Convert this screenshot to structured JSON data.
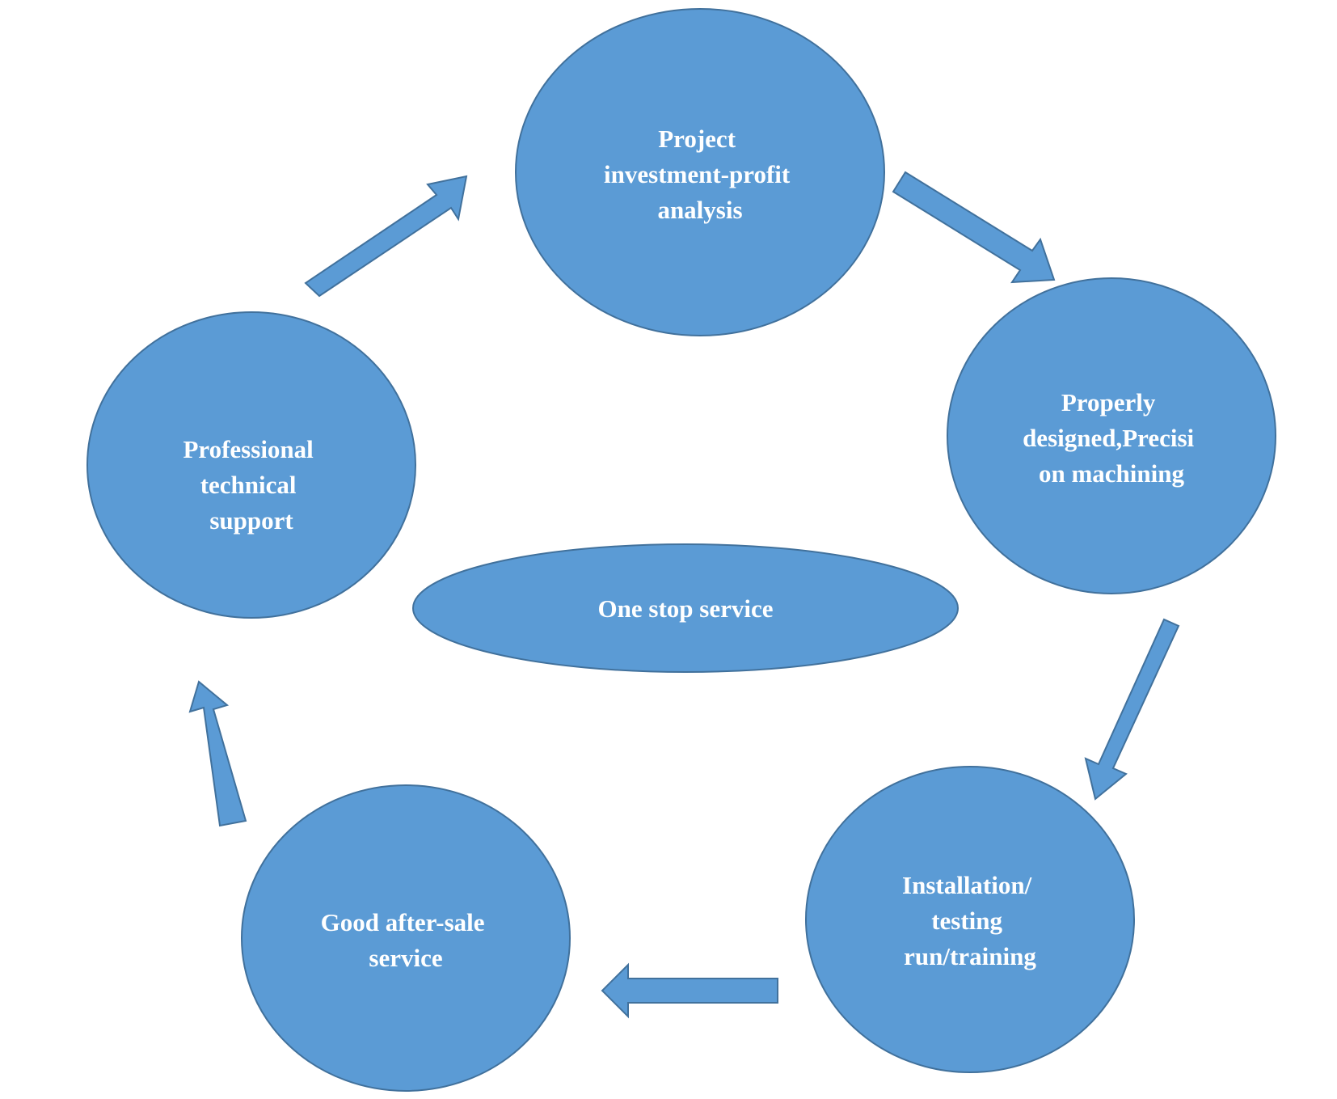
{
  "diagram": {
    "center": {
      "label": "One stop service"
    },
    "nodes": [
      {
        "id": "analysis",
        "lines": [
          "Project",
          "investment-profit",
          "analysis"
        ]
      },
      {
        "id": "design",
        "lines": [
          "Properly",
          "designed,Precisi",
          "on machining"
        ]
      },
      {
        "id": "installation",
        "lines": [
          "Installation/",
          "testing",
          "run/training"
        ]
      },
      {
        "id": "after-sale",
        "lines": [
          "Good after-sale",
          "service"
        ]
      },
      {
        "id": "support",
        "lines": [
          "Professional",
          "technical",
          "support"
        ]
      }
    ],
    "colors": {
      "fill": "#5b9bd5",
      "stroke": "#41719c",
      "text": "#ffffff"
    }
  }
}
